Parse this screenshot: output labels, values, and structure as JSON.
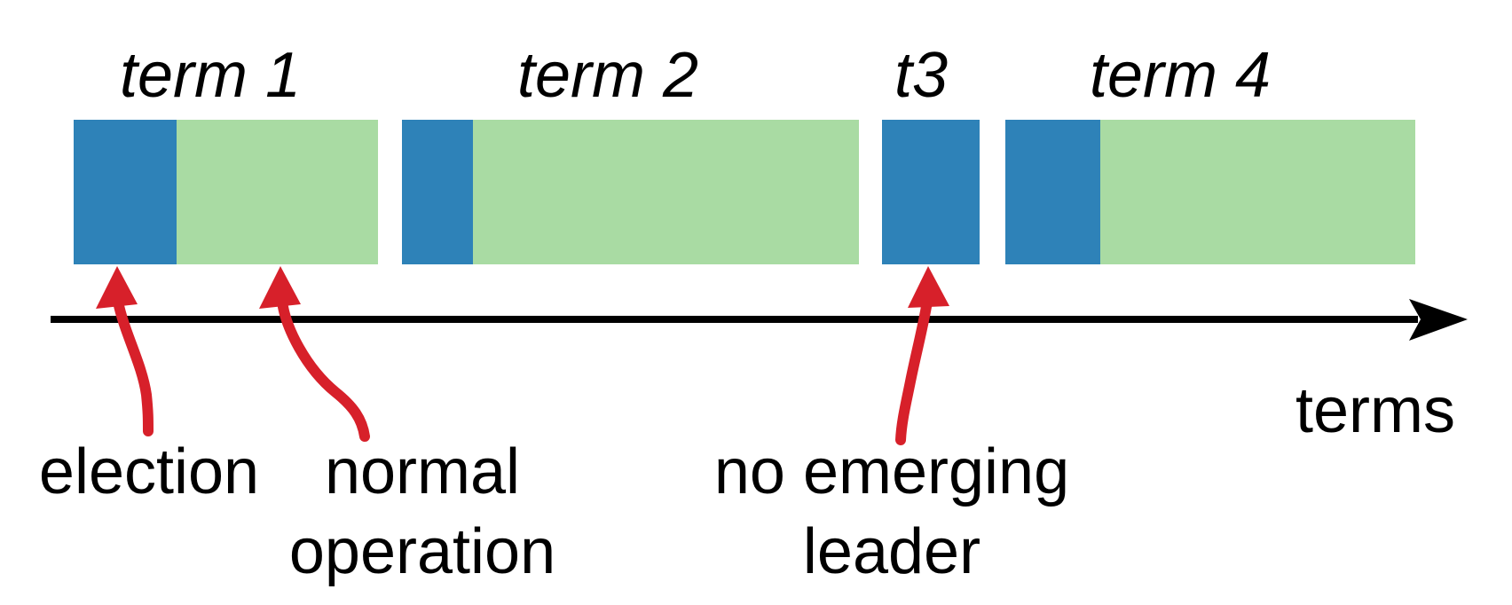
{
  "figure": {
    "terms": [
      {
        "label": "term 1",
        "segments": [
          "election",
          "normal operation"
        ]
      },
      {
        "label": "term 2",
        "segments": [
          "election",
          "normal operation"
        ]
      },
      {
        "label": "t3",
        "segments": [
          "election"
        ]
      },
      {
        "label": "term 4",
        "segments": [
          "election",
          "normal operation"
        ]
      }
    ],
    "annotations": {
      "election": "election",
      "normal_operation_line1": "normal",
      "normal_operation_line2": "operation",
      "no_leader_line1": "no emerging",
      "no_leader_line2": "leader",
      "axis_label": "terms"
    },
    "colors": {
      "election_blue": "#2e82b8",
      "normal_operation_green": "#a9dba3",
      "annotation_red": "#d7202a",
      "axis_black": "#000000"
    }
  }
}
